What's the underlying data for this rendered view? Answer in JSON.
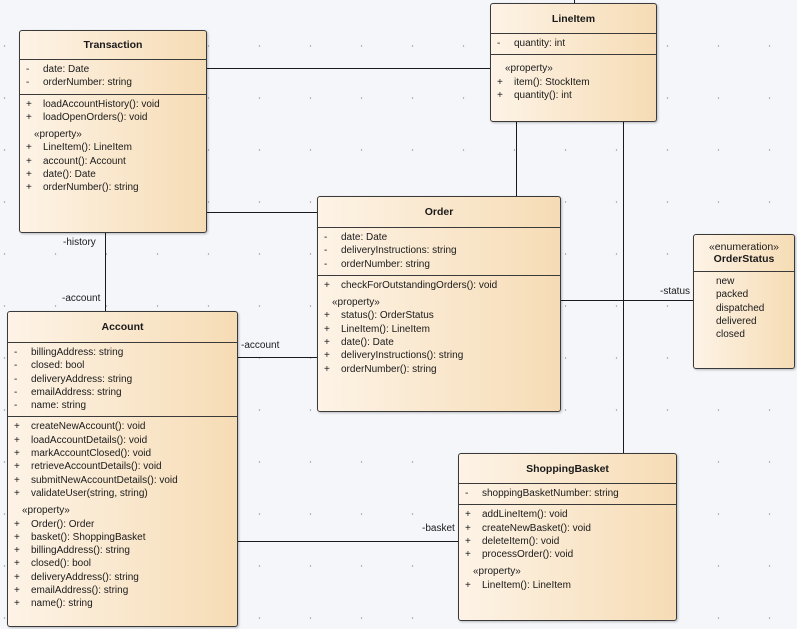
{
  "classes": [
    {
      "id": "transaction",
      "name": "Transaction",
      "attributes": [
        [
          "-",
          "date: Date"
        ],
        [
          "-",
          "orderNumber: string"
        ]
      ],
      "operations": [
        [
          "+",
          "loadAccountHistory(): void"
        ],
        [
          "+",
          "loadOpenOrders(): void"
        ]
      ],
      "property_stereotype": "«property»",
      "properties": [
        [
          "+",
          "LineItem(): LineItem"
        ],
        [
          "+",
          "account(): Account"
        ],
        [
          "+",
          "date(): Date"
        ],
        [
          "+",
          "orderNumber(): string"
        ]
      ]
    },
    {
      "id": "lineitem",
      "name": "LineItem",
      "attributes": [
        [
          "-",
          "quantity: int"
        ]
      ],
      "operations": [],
      "property_stereotype": "«property»",
      "properties": [
        [
          "+",
          "item(): StockItem"
        ],
        [
          "+",
          "quantity(): int"
        ]
      ]
    },
    {
      "id": "order",
      "name": "Order",
      "attributes": [
        [
          "-",
          "date: Date"
        ],
        [
          "-",
          "deliveryInstructions: string"
        ],
        [
          "-",
          "orderNumber: string"
        ]
      ],
      "operations": [
        [
          "+",
          "checkForOutstandingOrders(): void"
        ]
      ],
      "property_stereotype": "«property»",
      "properties": [
        [
          "+",
          "status(): OrderStatus"
        ],
        [
          "+",
          "LineItem(): LineItem"
        ],
        [
          "+",
          "date(): Date"
        ],
        [
          "+",
          "deliveryInstructions(): string"
        ],
        [
          "+",
          "orderNumber(): string"
        ]
      ]
    },
    {
      "id": "orderstatus",
      "name": "OrderStatus",
      "stereotype": "«enumeration»",
      "literals": [
        "new",
        "packed",
        "dispatched",
        "delivered",
        "closed"
      ]
    },
    {
      "id": "account",
      "name": "Account",
      "attributes": [
        [
          "-",
          "billingAddress: string"
        ],
        [
          "-",
          "closed: bool"
        ],
        [
          "-",
          "deliveryAddress: string"
        ],
        [
          "-",
          "emailAddress: string"
        ],
        [
          "-",
          "name: string"
        ]
      ],
      "operations": [
        [
          "+",
          "createNewAccount(): void"
        ],
        [
          "+",
          "loadAccountDetails(): void"
        ],
        [
          "+",
          "markAccountClosed(): void"
        ],
        [
          "+",
          "retrieveAccountDetails(): void"
        ],
        [
          "+",
          "submitNewAccountDetails(): void"
        ],
        [
          "+",
          "validateUser(string, string)"
        ]
      ],
      "property_stereotype": "«property»",
      "properties": [
        [
          "+",
          "Order(): Order"
        ],
        [
          "+",
          "basket(): ShoppingBasket"
        ],
        [
          "+",
          "billingAddress(): string"
        ],
        [
          "+",
          "closed(): bool"
        ],
        [
          "+",
          "deliveryAddress(): string"
        ],
        [
          "+",
          "emailAddress(): string"
        ],
        [
          "+",
          "name(): string"
        ]
      ]
    },
    {
      "id": "shoppingbasket",
      "name": "ShoppingBasket",
      "attributes": [
        [
          "-",
          "shoppingBasketNumber: string"
        ]
      ],
      "operations": [
        [
          "+",
          "addLineItem(): void"
        ],
        [
          "+",
          "createNewBasket(): void"
        ],
        [
          "+",
          "deleteItem(): void"
        ],
        [
          "+",
          "processOrder(): void"
        ]
      ],
      "property_stereotype": "«property»",
      "properties": [
        [
          "+",
          "LineItem(): LineItem"
        ]
      ]
    }
  ],
  "role_labels": {
    "history": "-history",
    "transaction_account": "-account",
    "order_account": "-account",
    "status": "-status",
    "basket": "-basket"
  }
}
